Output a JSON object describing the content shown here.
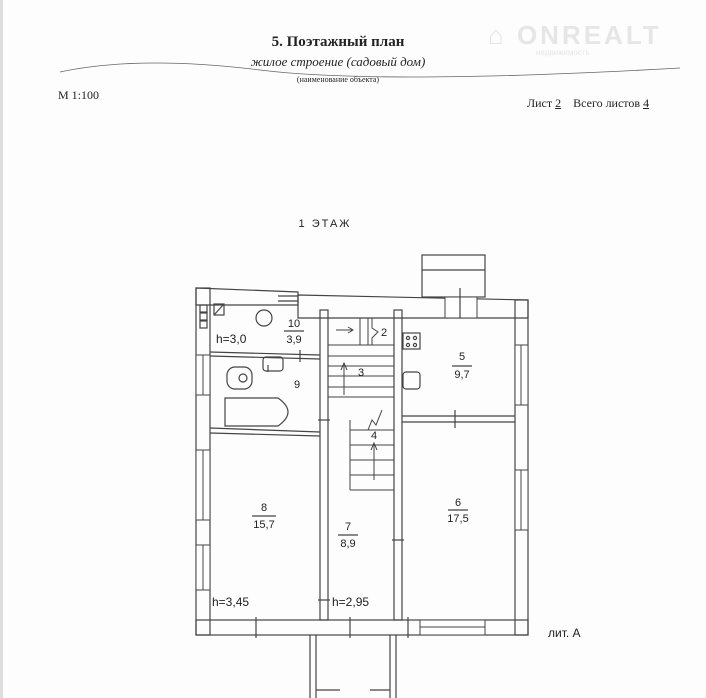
{
  "header": {
    "title": "5. Поэтажный план",
    "object_name": "жилое строение (садовый дом)",
    "object_caption": "(наименование объекта)",
    "scale": "М 1:100",
    "sheet_label": "Лист",
    "sheet_number": "2",
    "total_label": "Всего листов",
    "total_number": "4"
  },
  "watermark": {
    "brand": "ONREALT",
    "tagline": "недвижимость"
  },
  "plan": {
    "floor_label": "1  ЭТАЖ",
    "lit_label": "лит. А",
    "rooms": [
      {
        "number": "10",
        "area": "3,9"
      },
      {
        "number": "2"
      },
      {
        "number": "3"
      },
      {
        "number": "4"
      },
      {
        "number": "5",
        "area": "9,7"
      },
      {
        "number": "9"
      },
      {
        "number": "8",
        "area": "15,7"
      },
      {
        "number": "7",
        "area": "8,9"
      },
      {
        "number": "6",
        "area": "17,5"
      }
    ],
    "heights": [
      "h=3,0",
      "h=3,45",
      "h=2,95"
    ]
  }
}
